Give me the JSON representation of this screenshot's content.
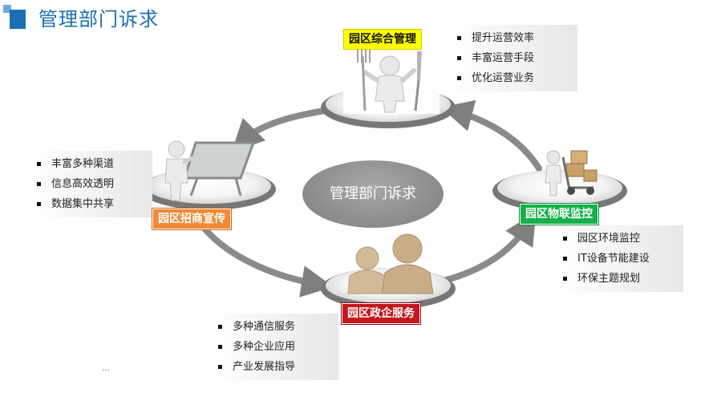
{
  "title": "管理部门诉求",
  "center_label": "管理部门诉求",
  "nodes": {
    "top": {
      "label": "园区综合管理",
      "bullets": [
        "提升运营效率",
        "丰富运营手段",
        "优化运营业务"
      ]
    },
    "left": {
      "label": "园区招商宣传",
      "bullets": [
        "丰富多种渠道",
        "信息高效透明",
        "数据集中共享"
      ]
    },
    "right": {
      "label": "园区物联监控",
      "bullets": [
        "园区环境监控",
        "IT设备节能建设",
        "环保主题规划"
      ]
    },
    "bottom": {
      "label": "园区政企服务",
      "bullets": [
        "多种通信服务",
        "多种企业应用",
        "产业发展指导"
      ]
    }
  },
  "footer_mark": "...",
  "colors": {
    "title": "#1a6fb5",
    "top_label_bg": "#ffff00",
    "left_label_bg": "#f08a34",
    "right_label_bg": "#16b04b",
    "bottom_label_bg": "#c4161c"
  },
  "icons": [
    "person-fork-knife-icon",
    "person-presentation-board-icon",
    "person-hand-truck-icon",
    "two-people-icon"
  ]
}
